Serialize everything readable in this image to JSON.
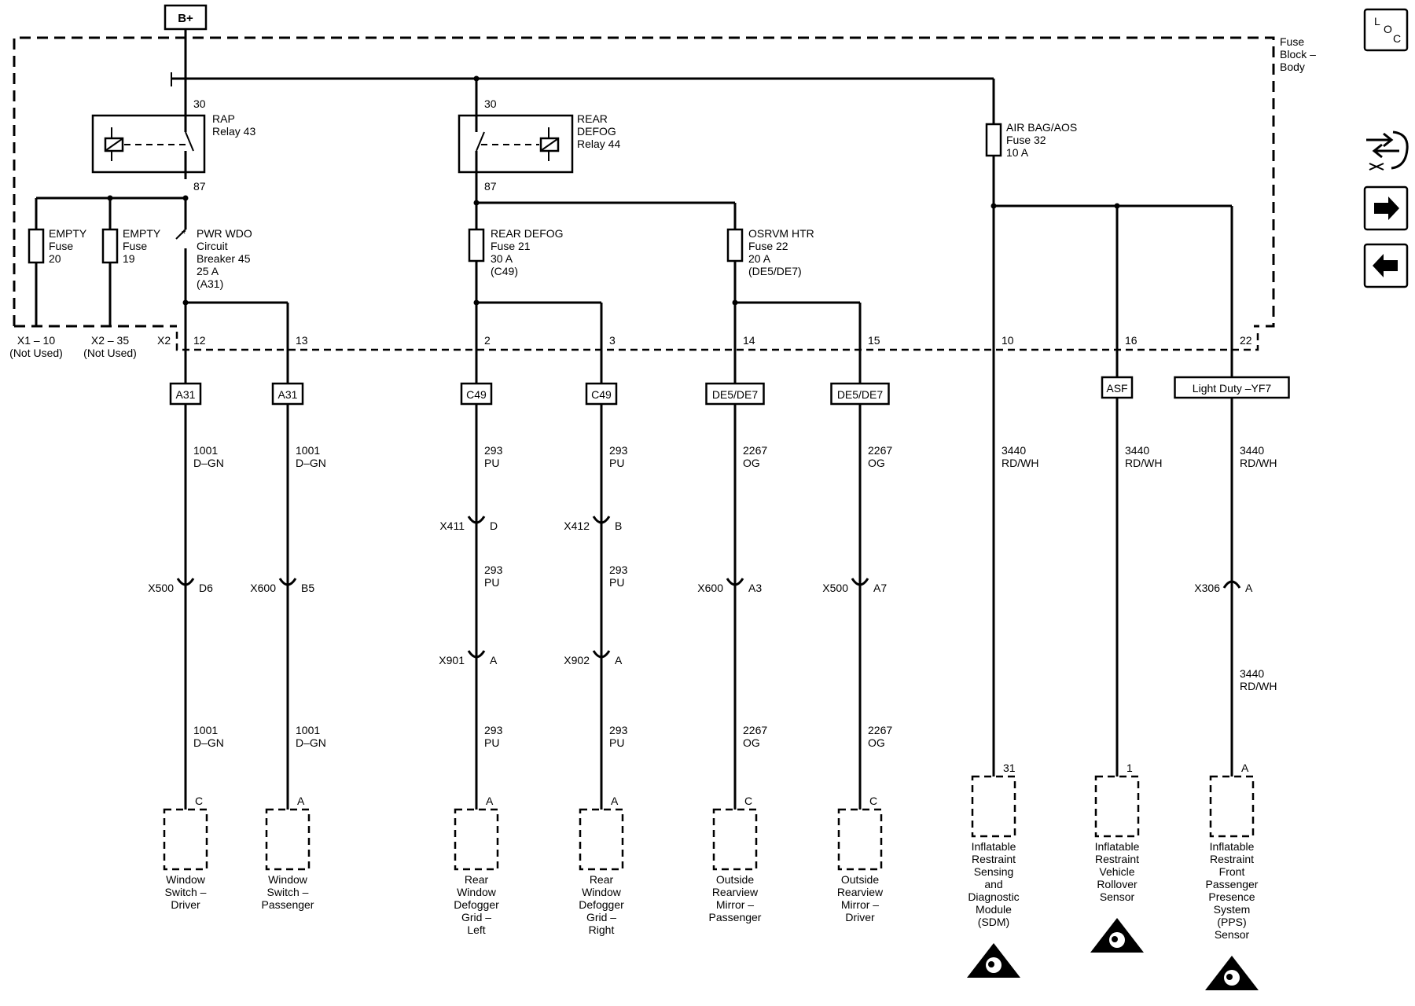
{
  "supply": {
    "label": "B+"
  },
  "fuse_block": {
    "label": [
      "Fuse",
      "Block –",
      "Body"
    ]
  },
  "relays": [
    {
      "name": [
        "RAP",
        "Relay 43"
      ],
      "pin_in": "30",
      "pin_out": "87"
    },
    {
      "name": [
        "REAR",
        "DEFOG",
        "Relay 44"
      ],
      "pin_in": "30",
      "pin_out": "87"
    }
  ],
  "fuses": {
    "empty20": [
      "EMPTY",
      "Fuse",
      "20"
    ],
    "empty19": [
      "EMPTY",
      "Fuse",
      "19"
    ],
    "breaker45": [
      "PWR WDO",
      "Circuit",
      "Breaker 45",
      "25 A",
      "(A31)"
    ],
    "rear_defog21": [
      "REAR DEFOG",
      "Fuse 21",
      "30 A",
      "(C49)"
    ],
    "osrvm22": [
      "OSRVM HTR",
      "Fuse 22",
      "20 A",
      "(DE5/DE7)"
    ],
    "airbag32": [
      "AIR BAG/AOS",
      "Fuse 32",
      "10 A"
    ]
  },
  "connectors": {
    "x1": [
      "X1 – 10",
      "(Not Used)"
    ],
    "x2_35": [
      "X2 – 35",
      "(Not Used)"
    ],
    "x2": "X2",
    "pins": [
      "12",
      "13",
      "2",
      "3",
      "14",
      "15",
      "10",
      "16",
      "22"
    ]
  },
  "options": [
    "A31",
    "A31",
    "C49",
    "C49",
    "DE5/DE7",
    "DE5/DE7",
    "ASF",
    "Light Duty –YF7"
  ],
  "wires": {
    "w1": [
      "1001",
      "D–GN"
    ],
    "w2": [
      "1001",
      "D–GN"
    ],
    "w3": [
      "293",
      "PU"
    ],
    "w4": [
      "293",
      "PU"
    ],
    "w5": [
      "2267",
      "OG"
    ],
    "w6": [
      "2267",
      "OG"
    ],
    "w7": [
      "3440",
      "RD/WH"
    ],
    "w8": [
      "3440",
      "RD/WH"
    ],
    "w9": [
      "3440",
      "RD/WH"
    ]
  },
  "inline": [
    {
      "conn": "X500",
      "pin": "D6"
    },
    {
      "conn": "X600",
      "pin": "B5"
    },
    {
      "conn": "X411",
      "pin": "D"
    },
    {
      "conn": "X412",
      "pin": "B"
    },
    {
      "conn": "X901",
      "pin": "A"
    },
    {
      "conn": "X902",
      "pin": "A"
    },
    {
      "conn": "X600",
      "pin": "A3"
    },
    {
      "conn": "X500",
      "pin": "A7"
    },
    {
      "conn": "X306",
      "pin": "A"
    }
  ],
  "components": [
    {
      "pin": "C",
      "name": [
        "Window",
        "Switch –",
        "Driver"
      ]
    },
    {
      "pin": "A",
      "name": [
        "Window",
        "Switch –",
        "Passenger"
      ]
    },
    {
      "pin": "A",
      "name": [
        "Rear",
        "Window",
        "Defogger",
        "Grid –",
        "Left"
      ]
    },
    {
      "pin": "A",
      "name": [
        "Rear",
        "Window",
        "Defogger",
        "Grid –",
        "Right"
      ]
    },
    {
      "pin": "C",
      "name": [
        "Outside",
        "Rearview",
        "Mirror –",
        "Passenger"
      ]
    },
    {
      "pin": "C",
      "name": [
        "Outside",
        "Rearview",
        "Mirror –",
        "Driver"
      ]
    },
    {
      "pin": "31",
      "name": [
        "Inflatable",
        "Restraint",
        "Sensing",
        "and",
        "Diagnostic",
        "Module",
        "(SDM)"
      ]
    },
    {
      "pin": "1",
      "name": [
        "Inflatable",
        "Restraint",
        "Vehicle",
        "Rollover",
        "Sensor"
      ]
    },
    {
      "pin": "A",
      "name": [
        "Inflatable",
        "Restraint",
        "Front",
        "Passenger",
        "Presence",
        "System",
        "(PPS)",
        "Sensor"
      ]
    }
  ],
  "nav": {
    "loc": [
      "L",
      "O",
      "C"
    ]
  },
  "icons": [
    "airbag-warning-icon",
    "connector-navigation-icon",
    "forward-arrow-icon",
    "back-arrow-icon"
  ]
}
